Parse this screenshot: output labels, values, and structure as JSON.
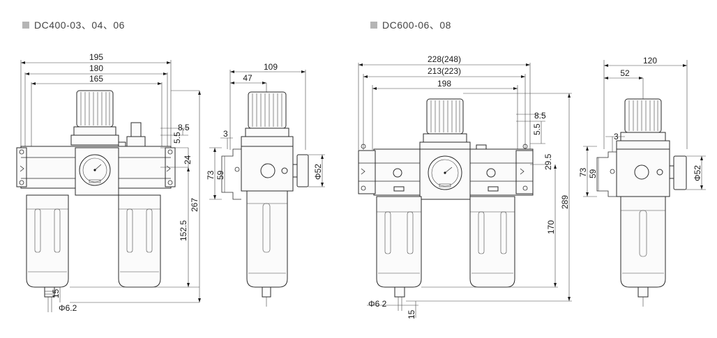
{
  "left_title": "DC400-03、04、06",
  "right_title": "DC600-06、08",
  "colors": {
    "line": "#2a2a2a",
    "marker": "#b5b5b5"
  },
  "left": {
    "d195": "195",
    "d180": "180",
    "d165": "165",
    "d8_5": "8.5",
    "d5_5": "5.5",
    "d24": "24",
    "d267": "267",
    "d152_5": "152.5",
    "d15": "15",
    "d6_2": "Φ6.2",
    "d109": "109",
    "d47": "47",
    "d3": "3",
    "d73": "73",
    "d59": "59",
    "d52": "Φ52"
  },
  "right": {
    "d228": "228(248)",
    "d213": "213(223)",
    "d198": "198",
    "d8_5": "8.5",
    "d5_5": "5.5",
    "d29_5": "29.5",
    "d289": "289",
    "d170": "170",
    "d15": "15",
    "d6_2": "Φ6 2",
    "d120": "120",
    "d52w": "52",
    "d3": "3",
    "d73": "73",
    "d59": "59",
    "d52": "Φ52"
  }
}
